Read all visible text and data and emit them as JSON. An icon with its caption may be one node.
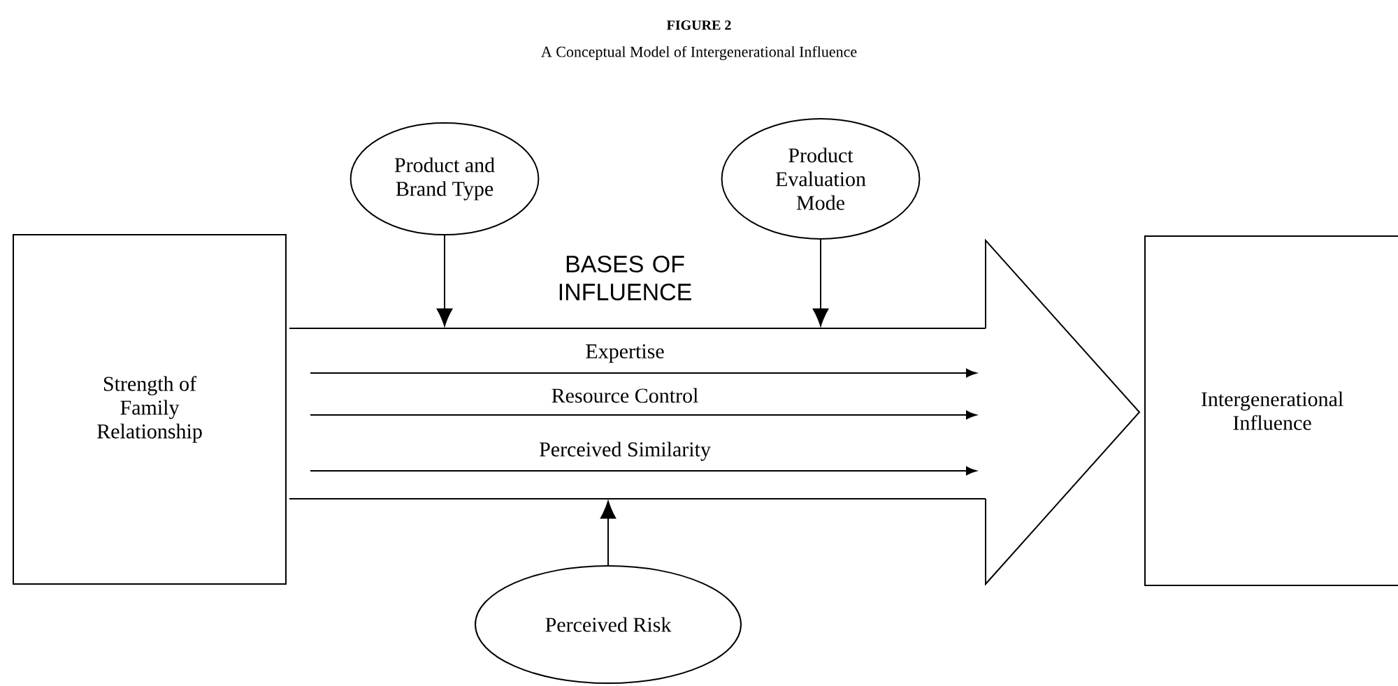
{
  "diagram": {
    "title": "FIGURE 2",
    "caption": "A Conceptual Model of Intergenerational Influence",
    "nodes": [
      {
        "text": [
          "Strength of Family Relationship"
        ]
      },
      {
        "text": [
          "Product and Brand Type"
        ]
      },
      {
        "text": [
          "Product Evaluation Mode"
        ]
      },
      {
        "text": [],
        "shape": "arrow"
      },
      {
        "text": [
          "Intergenerational Influence"
        ]
      },
      {
        "text": [
          "Perceived Risk"
        ]
      }
    ],
    "edges": [
      {
        "from": 1,
        "to": 3,
        "arrow": "to"
      },
      {
        "from": 2,
        "to": 3,
        "arrow": "to"
      },
      {
        "from": 5,
        "to": 3,
        "arrow": "to"
      }
    ],
    "labels": [
      "BASES OF INFLUENCE",
      "Expertise",
      "Resource Control",
      "Perceived Similarity"
    ]
  }
}
